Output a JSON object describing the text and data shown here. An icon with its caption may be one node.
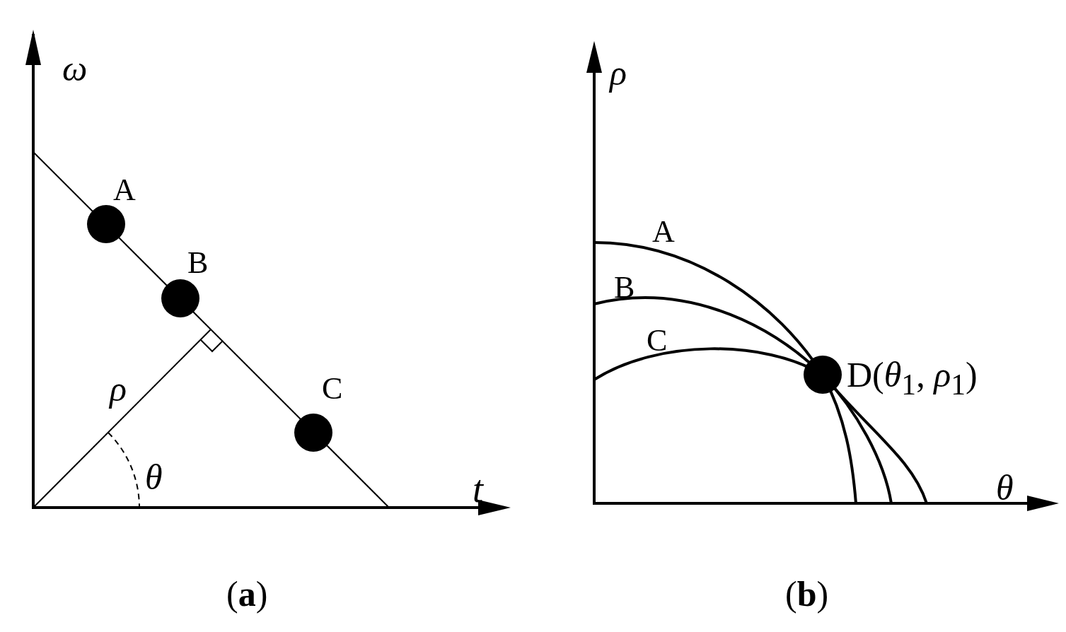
{
  "diagram": {
    "labels": [
      "ω",
      "A",
      "B",
      "C",
      "ρ",
      "θ",
      "t",
      "(**a**)",
      "ρ",
      "A",
      "B",
      "C",
      "D(*θ*$_{1}$, *ρ*$_{1}$)",
      "θ",
      "(**b**)"
    ]
  }
}
